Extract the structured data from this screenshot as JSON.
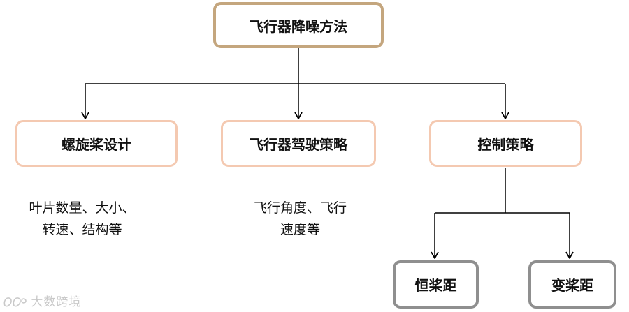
{
  "diagram": {
    "root": {
      "label": "飞行器降噪方法"
    },
    "branches": [
      {
        "label": "螺旋桨设计",
        "note": [
          "叶片数量、大小、",
          "转速、结构等"
        ]
      },
      {
        "label": "飞行器驾驶策略",
        "note": [
          "飞行角度、飞行",
          "速度等"
        ]
      },
      {
        "label": "控制策略",
        "children": [
          "恒桨距",
          "变桨距"
        ]
      }
    ],
    "colors": {
      "root_border": "#c4a67e",
      "branch_border": "#f4c9b1",
      "leaf_border": "#8f8f8f",
      "connector": "#000000"
    }
  },
  "watermark": {
    "text": "大数跨境",
    "icon": "butterfly-logo-icon"
  }
}
